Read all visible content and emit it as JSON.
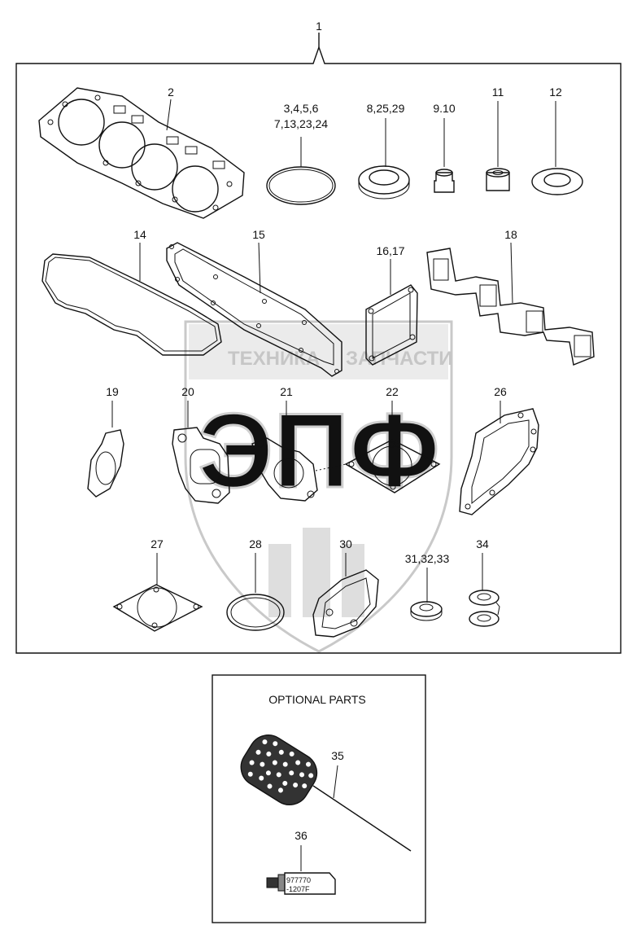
{
  "assembly_label": "1",
  "optional_title": "OPTIONAL PARTS",
  "watermark": {
    "line1": "ТЕХНИКА",
    "line2": "ЗАПЧАСТИ",
    "logo": "ЭПФ"
  },
  "parts": [
    {
      "id": "p2",
      "label": "2",
      "name": "cylinder-head-gasket"
    },
    {
      "id": "p3",
      "label_line1": "3,4,5,6",
      "label_line2": "7,13,23,24",
      "name": "o-ring"
    },
    {
      "id": "p8",
      "label": "8,25,29",
      "name": "seal-ring"
    },
    {
      "id": "p9",
      "label": "9.10",
      "name": "valve-stem-seal"
    },
    {
      "id": "p11",
      "label": "11",
      "name": "bushing"
    },
    {
      "id": "p12",
      "label": "12",
      "name": "oil-seal"
    },
    {
      "id": "p14",
      "label": "14",
      "name": "valve-cover-gasket"
    },
    {
      "id": "p15",
      "label": "15",
      "name": "intake-manifold-gasket"
    },
    {
      "id": "p16",
      "label": "16,17",
      "name": "square-gasket"
    },
    {
      "id": "p18",
      "label": "18",
      "name": "exhaust-manifold-gasket"
    },
    {
      "id": "p19",
      "label": "19",
      "name": "small-flange-gasket"
    },
    {
      "id": "p20",
      "label": "20",
      "name": "oval-port-gasket"
    },
    {
      "id": "p21",
      "label": "21",
      "name": "round-port-gasket"
    },
    {
      "id": "p22",
      "label": "22",
      "name": "diamond-gasket"
    },
    {
      "id": "p26",
      "label": "26",
      "name": "water-pump-gasket"
    },
    {
      "id": "p27",
      "label": "27",
      "name": "throttle-gasket"
    },
    {
      "id": "p28",
      "label": "28",
      "name": "large-o-ring"
    },
    {
      "id": "p30",
      "label": "30",
      "name": "cover-gasket"
    },
    {
      "id": "p31",
      "label": "31,32,33",
      "name": "washer"
    },
    {
      "id": "p34",
      "label": "34",
      "name": "washer-pair"
    },
    {
      "id": "p35",
      "label": "35",
      "name": "cylinder-hone-brush"
    },
    {
      "id": "p36",
      "label": "36",
      "name": "sealant-tube"
    }
  ],
  "tube_text": {
    "line1": "977770",
    "line2": "-1207F"
  }
}
